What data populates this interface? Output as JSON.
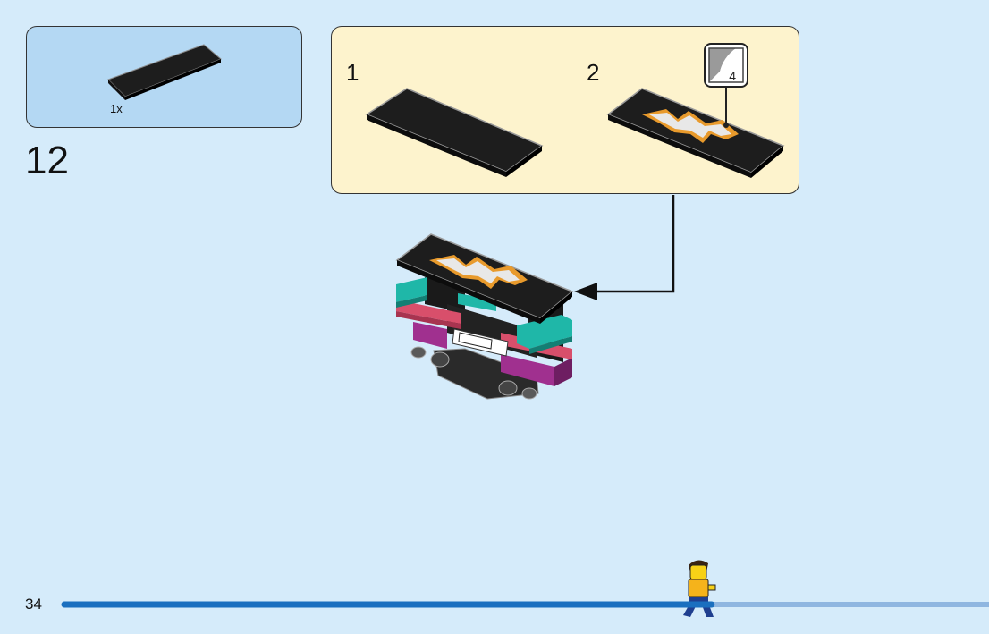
{
  "parts_list": {
    "items": [
      {
        "part": "black-tile-1x6",
        "quantity": "1x"
      }
    ]
  },
  "step": {
    "number": "12"
  },
  "substeps": [
    {
      "label": "1",
      "part": "black-tile-1x6"
    },
    {
      "label": "2",
      "part": "black-tile-1x6-printed",
      "sticker_callout": "4"
    }
  ],
  "footer": {
    "page_number": "34",
    "progress": 0.7
  },
  "colors": {
    "background": "#d5ebfa",
    "parts_box": "#b4d8f3",
    "substep_box": "#fdf3cd",
    "progress_done": "#1a6fbf",
    "progress_remaining": "#8fb6e0"
  }
}
